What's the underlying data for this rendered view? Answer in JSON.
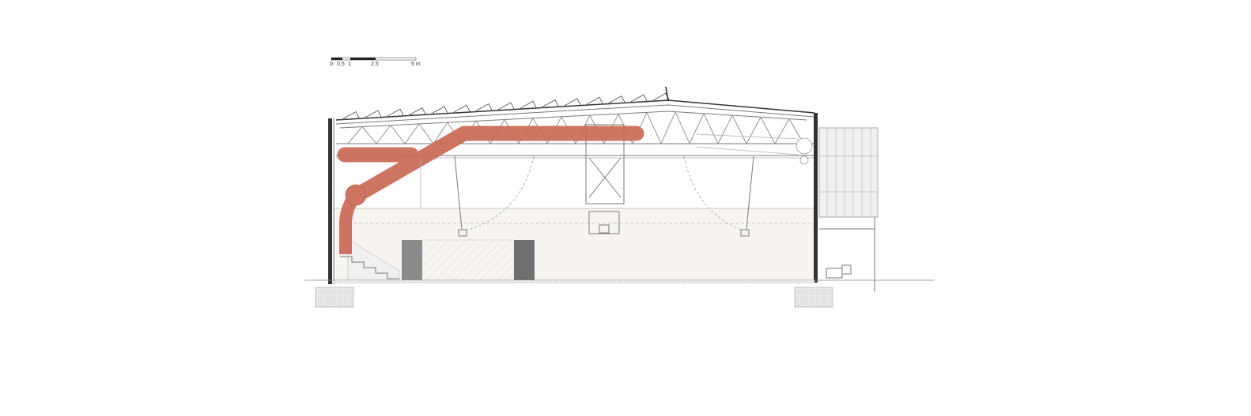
{
  "scale_bar": {
    "labels": [
      "0",
      "0.5",
      "1",
      "2.5",
      "5 m"
    ]
  },
  "colors": {
    "duct": "#c96a55",
    "floor_zone": "#f6f5f2",
    "wall_panel": "#7d7d7d",
    "linework": "#7a7a7a"
  }
}
